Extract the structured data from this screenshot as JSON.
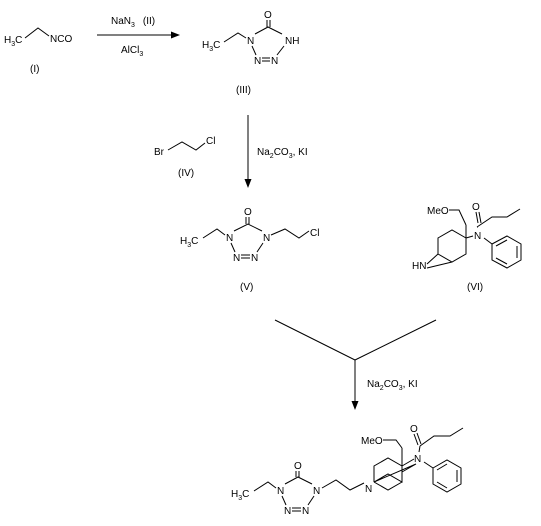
{
  "compounds": {
    "I": {
      "label": "(I)",
      "atoms": {
        "methyl": "H",
        "methyl_sub": "3",
        "methyl_c": "C",
        "group": "NCO"
      }
    },
    "III": {
      "label": "(III)",
      "atoms": {
        "methyl": "H",
        "methyl_sub": "3",
        "methyl_c": "C",
        "N1": "N",
        "NH": "NH",
        "N3": "N",
        "N4": "N",
        "O": "O"
      }
    },
    "IV": {
      "label": "(IV)",
      "atoms": {
        "Br": "Br",
        "Cl": "Cl"
      }
    },
    "V": {
      "label": "(V)",
      "atoms": {
        "methyl": "H",
        "methyl_sub": "3",
        "methyl_c": "C",
        "N1": "N",
        "N4": "N",
        "N2": "N",
        "N3": "N",
        "O": "O",
        "Cl": "Cl"
      }
    },
    "VI": {
      "label": "(VI)",
      "atoms": {
        "MeO": "MeO",
        "O": "O",
        "N": "N",
        "HN": "HN"
      }
    },
    "product": {
      "atoms": {
        "MeO": "MeO",
        "O_amide": "O",
        "N_amide": "N",
        "N_pip": "N",
        "methyl": "H",
        "methyl_sub": "3",
        "methyl_c": "C",
        "N1": "N",
        "N4": "N",
        "N2": "N",
        "N3": "N",
        "O_tz": "O"
      }
    }
  },
  "reactions": {
    "step1": {
      "reagent_top": "NaN",
      "reagent_top_sub": "3",
      "reagent_top_ref": "(II)",
      "reagent_bottom": "AlCl",
      "reagent_bottom_sub": "3"
    },
    "step2": {
      "reagent": "Na",
      "reagent_sub1": "2",
      "reagent_mid": "CO",
      "reagent_sub2": "3",
      "reagent_tail": ", KI"
    },
    "step3": {
      "reagent": "Na",
      "reagent_sub1": "2",
      "reagent_mid": "CO",
      "reagent_sub2": "3",
      "reagent_tail": ", KI"
    }
  }
}
